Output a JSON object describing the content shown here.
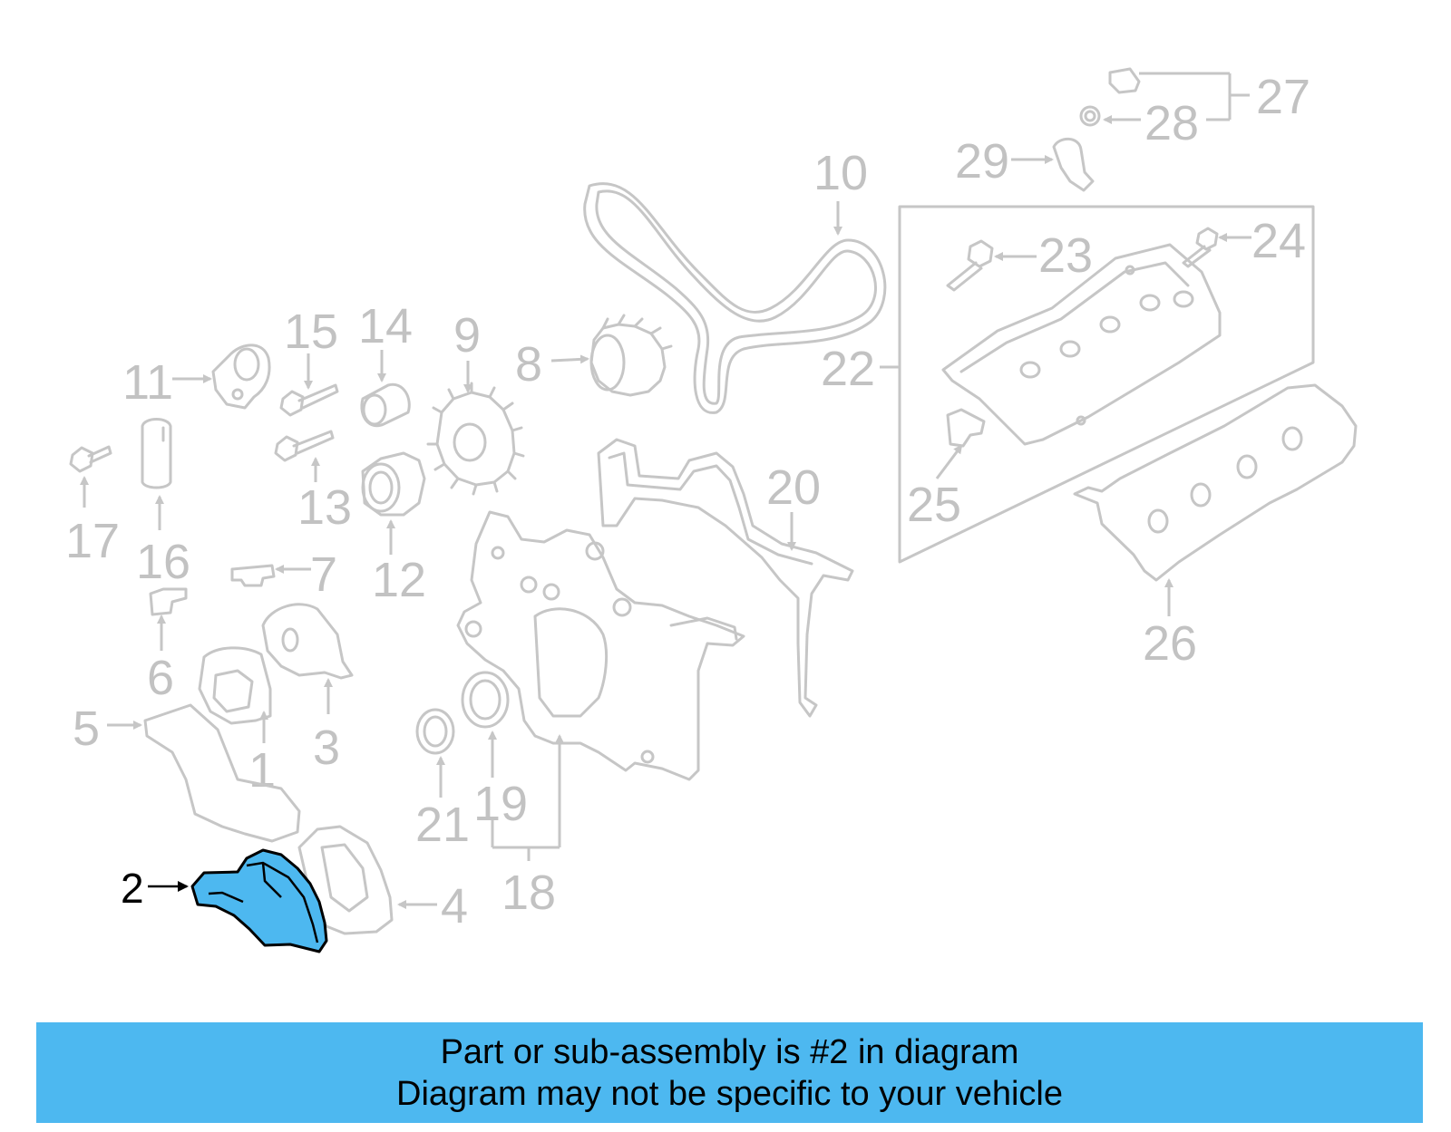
{
  "banner": {
    "line1": "Part or sub-assembly is #2 in diagram",
    "line2": "Diagram may not be specific to your vehicle"
  },
  "highlighted_part": "2",
  "callouts": [
    "1",
    "2",
    "3",
    "4",
    "5",
    "6",
    "7",
    "8",
    "9",
    "10",
    "11",
    "12",
    "13",
    "14",
    "15",
    "16",
    "17",
    "18",
    "19",
    "20",
    "21",
    "22",
    "23",
    "24",
    "25",
    "26",
    "27",
    "28",
    "29"
  ],
  "colors": {
    "highlight": "#4db8f0",
    "banner": "#4db8f0",
    "line_art": "#c6c6c6",
    "callout_text": "#c2c2c2"
  }
}
